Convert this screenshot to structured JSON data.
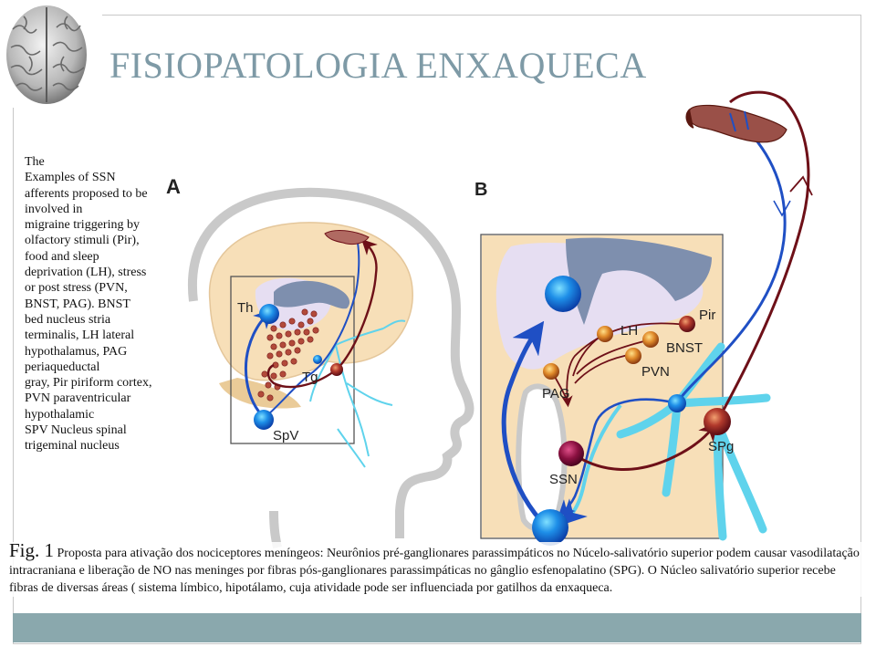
{
  "slide": {
    "title": "FISIOPATOLOGIA ENXAQUECA"
  },
  "side_note": {
    "lines": [
      "The",
      "Examples of SSN",
      "afferents proposed to be",
      "involved in",
      "migraine triggering by",
      "olfactory stimuli (Pir),",
      "food and sleep",
      "deprivation (LH), stress",
      "or post stress (PVN,",
      "BNST, PAG). BNST",
      "bed nucleus stria",
      "terminalis, LH lateral",
      "hypothalamus, PAG",
      "periaqueductal",
      "gray, Pir piriform cortex,",
      "PVN paraventricular",
      "hypothalamic",
      "SPV Nucleus spinal",
      "trigeminal nucleus"
    ]
  },
  "figure": {
    "panel_a": {
      "letter": "A",
      "labels": {
        "th": "Th",
        "tg": "Tg",
        "spv": "SpV"
      }
    },
    "panel_b": {
      "letter": "B",
      "labels": {
        "pir": "Pir",
        "lh": "LH",
        "bnst": "BNST",
        "pvn": "PVN",
        "pag": "PAG",
        "ssn": "SSN",
        "spg": "SPg"
      }
    }
  },
  "caption": {
    "fig_label": "Fig. 1",
    "text": "Proposta para ativação dos nociceptores meníngeos: Neurônios pré-ganglionares parassimpáticos no Núcelo-salivatório superior podem causar vasodilatação intracraniana e liberação de NO nas meninges por fibras pós-ganglionares parassimpáticas no gânglio esfenopalatino (SPG). O Núcleo salivatório superior recebe fibras de diversas áreas ( sistema límbico, hipotálamo, cuja atividade pode ser influenciada por gatilhos da enxaqueca."
  },
  "colors": {
    "title": "#7e9aa6",
    "bottom_bar": "#8aa8ad",
    "afferent_blue": "#1f4fc4",
    "efferent_red": "#6e1018",
    "parasympathetic_cyan": "#5fd3ec",
    "brain_fill": "#f7dfb8",
    "thalamus_fill": "#e6def2"
  }
}
